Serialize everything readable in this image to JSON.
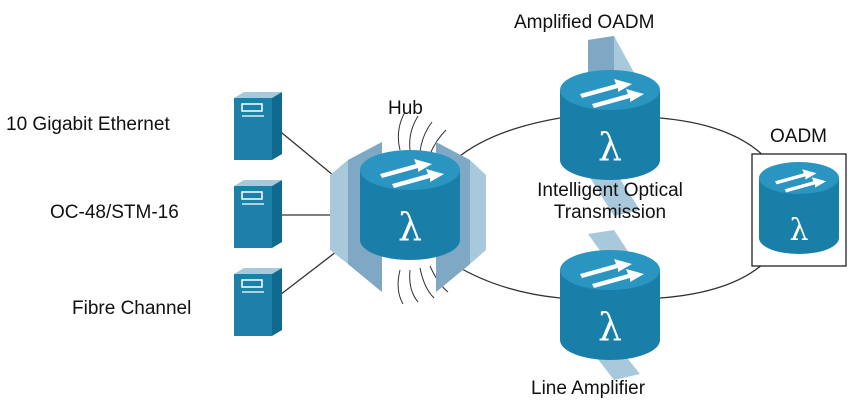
{
  "labels": {
    "ten_gig": "10 Gigabit Ethernet",
    "oc48": "OC-48/STM-16",
    "fibre": "Fibre Channel",
    "hub": "Hub",
    "amplified_oadm": "Amplified OADM",
    "intelligent_line1": "Intelligent Optical",
    "intelligent_line2": "Transmission",
    "oadm": "OADM",
    "line_amplifier": "Line Amplifier",
    "lambda": "λ"
  },
  "colors": {
    "device_blue": "#1a7fa8",
    "device_top": "#2a95c0",
    "panel_light": "#a8c8dc",
    "panel_mid": "#7fa8c4",
    "server_blue": "#1c80a8",
    "line": "#333333",
    "white": "#ffffff"
  },
  "icons": [
    "server-icon",
    "router-icon",
    "lambda-icon",
    "panel-icon"
  ]
}
